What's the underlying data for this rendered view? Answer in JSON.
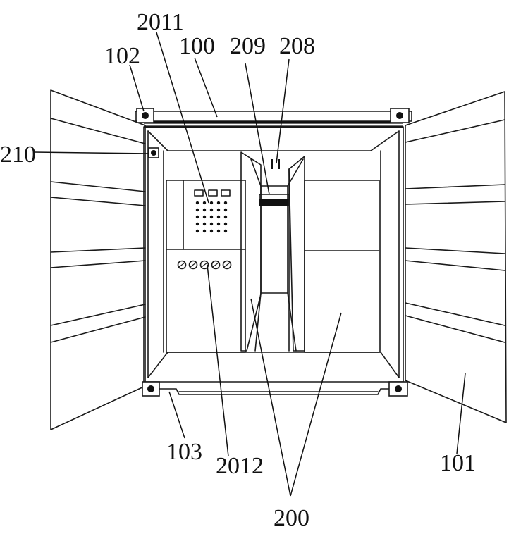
{
  "labels": {
    "l2011": "2011",
    "l102": "102",
    "l100": "100",
    "l209": "209",
    "l208": "208",
    "l210": "210",
    "l103": "103",
    "l2012": "2012",
    "l101": "101",
    "l200": "200"
  }
}
